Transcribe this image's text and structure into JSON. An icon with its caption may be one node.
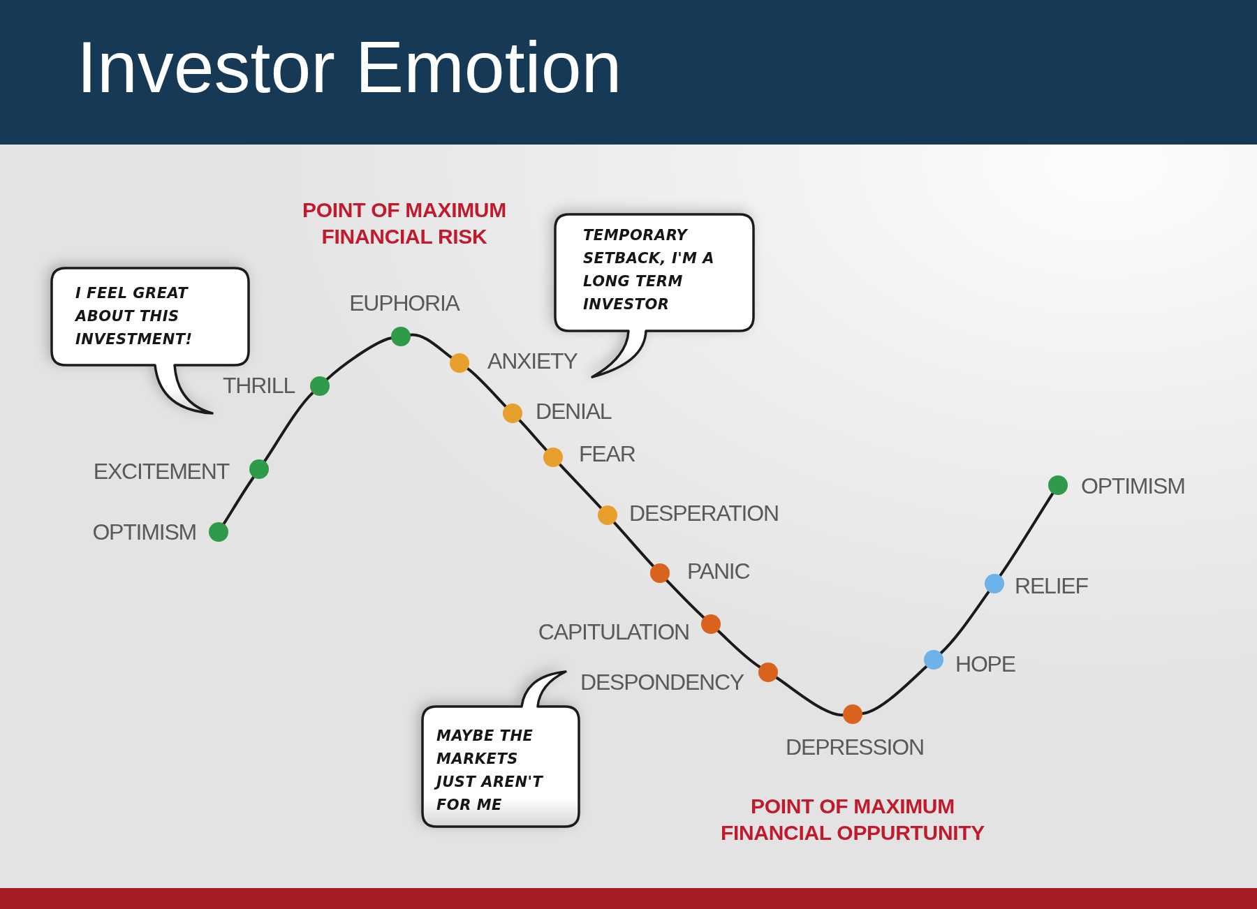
{
  "diagram": {
    "title": "Investor Emotion",
    "nodes": [
      {
        "text": [],
        "shape": "circle",
        "beside": [
          "OPTIMISM"
        ]
      },
      {
        "text": [],
        "shape": "circle",
        "beside": [
          "EXCITEMENT"
        ]
      },
      {
        "text": [],
        "shape": "circle"
      },
      {
        "text": [],
        "shape": "circle",
        "beside": [
          "EUPHORIA"
        ]
      },
      {
        "text": [],
        "shape": "circle"
      },
      {
        "text": [],
        "shape": "circle",
        "beside": [
          "DENIAL"
        ]
      },
      {
        "text": [],
        "shape": "circle",
        "beside": [
          "FEAR"
        ]
      },
      {
        "text": [],
        "shape": "circle",
        "beside": [
          "DESPERATION"
        ]
      },
      {
        "text": [],
        "shape": "circle",
        "beside": [
          "PANIC"
        ]
      },
      {
        "text": [],
        "shape": "circle",
        "beside": [
          "CAPITULATION"
        ]
      },
      {
        "text": [],
        "shape": "circle",
        "beside": [
          "DESPONDENCY"
        ]
      },
      {
        "text": [],
        "shape": "circle",
        "beside": [
          "DEPRESSION"
        ]
      },
      {
        "text": [],
        "shape": "circle",
        "beside": [
          "HOPE"
        ]
      },
      {
        "text": [],
        "shape": "circle",
        "beside": [
          "RELIEF"
        ]
      },
      {
        "text": [],
        "shape": "circle",
        "beside": [
          "OPTIMISM"
        ]
      },
      {
        "text": [
          "I FEEL GREAT ABOUT THIS INVESTMENT!"
        ]
      },
      {
        "text": [
          "TEMPORARY SETBACK, I'M A LONG TERM INVESTOR"
        ]
      },
      {
        "text": [
          "MAYBE THE MARKETS JUST AREN'T FOR ME"
        ]
      }
    ],
    "edges": [
      {
        "from": 0,
        "to": 1,
        "arrow": "none"
      },
      {
        "from": 1,
        "to": 2,
        "arrow": "none"
      },
      {
        "from": 2,
        "to": 3,
        "arrow": "none"
      },
      {
        "from": 3,
        "to": 4,
        "arrow": "none"
      },
      {
        "from": 4,
        "to": 5,
        "arrow": "none"
      },
      {
        "from": 5,
        "to": 6,
        "arrow": "none"
      },
      {
        "from": 6,
        "to": 7,
        "arrow": "none"
      },
      {
        "from": 7,
        "to": 8,
        "arrow": "none"
      },
      {
        "from": 8,
        "to": 9,
        "arrow": "none"
      },
      {
        "from": 9,
        "to": 10,
        "arrow": "none"
      },
      {
        "from": 10,
        "to": 11,
        "arrow": "none"
      },
      {
        "from": 11,
        "to": 12,
        "arrow": "none"
      },
      {
        "from": 12,
        "to": 13,
        "arrow": "none"
      },
      {
        "from": 13,
        "to": 14,
        "arrow": "none"
      }
    ],
    "labels": [
      "POINT OF MAXIMUM FINANCIAL RISK",
      "ANXIETY",
      "THRILL",
      "POINT OF MAXIMUM FINANCIAL OPPURTUNITY"
    ]
  }
}
